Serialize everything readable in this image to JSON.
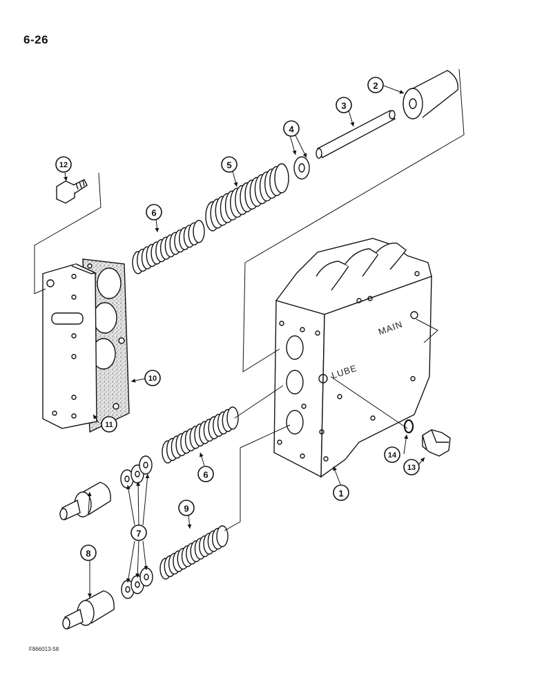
{
  "page": {
    "number": "6-26",
    "figure_code": "F866013-58"
  },
  "housing_labels": {
    "main": "MAIN",
    "lube": "LUBE"
  },
  "callouts": {
    "c1": "1",
    "c2": "2",
    "c3": "3",
    "c4": "4",
    "c5": "5",
    "c6a": "6",
    "c6b": "6",
    "c7": "7",
    "c8": "8",
    "c9": "9",
    "c10": "10",
    "c11": "11",
    "c12": "12",
    "c13": "13",
    "c14": "14"
  },
  "colors": {
    "ink": "#111111",
    "gasket": "#d9d9d9",
    "paper": "#ffffff"
  }
}
